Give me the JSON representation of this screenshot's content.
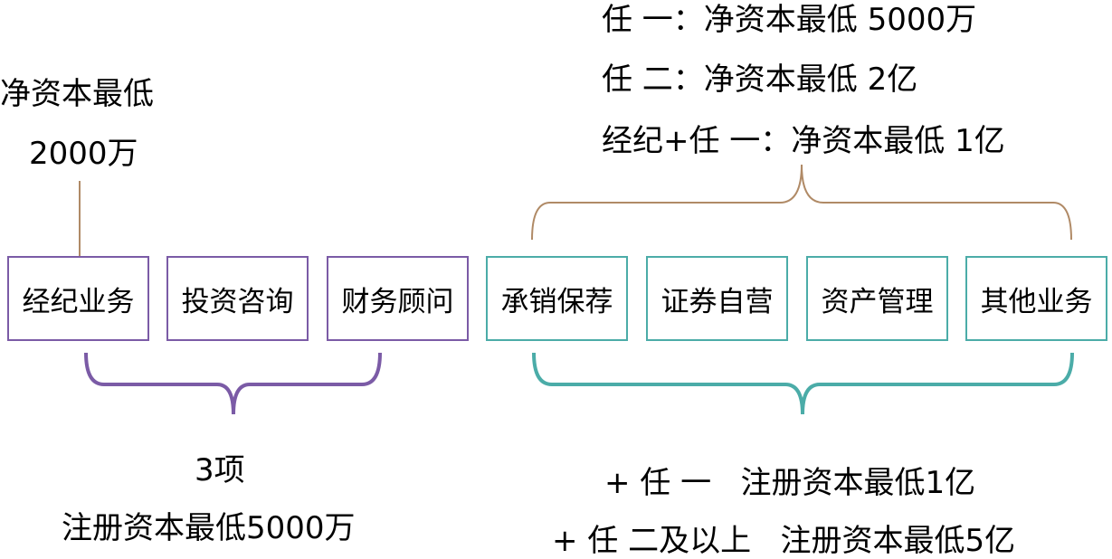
{
  "colors": {
    "purple": "#7B5BA6",
    "teal": "#4BACA8",
    "brown": "#B08A66"
  },
  "left_group": {
    "requirement_line1": "净资本最低",
    "requirement_line2": "2000万",
    "boxes": [
      "经纪业务",
      "投资咨询",
      "财务顾问"
    ],
    "summary_line1": "3项",
    "summary_line2": "注册资本最低5000万"
  },
  "right_group": {
    "boxes": [
      "承销保荐",
      "证券自营",
      "资产管理",
      "其他业务"
    ],
    "net_capital": [
      "任 一：净资本最低 5000万",
      "任 二：净资本最低 2亿",
      "经纪+任 一：净资本最低 1亿"
    ],
    "registered_capital": [
      "+ 任 一   注册资本最低1亿",
      "+ 任 二及以上   注册资本最低5亿"
    ]
  }
}
